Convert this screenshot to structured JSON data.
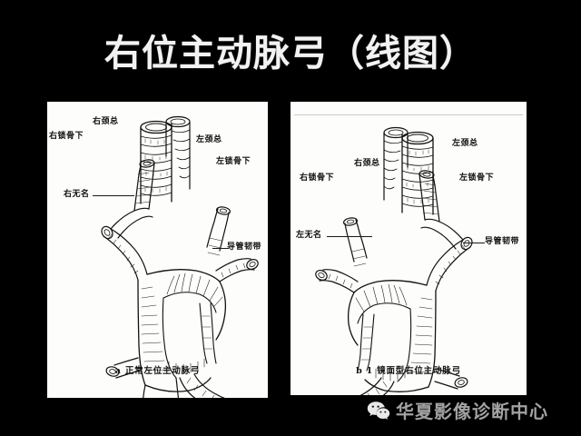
{
  "slide": {
    "title": "右位主动脉弓（线图）",
    "background_color": "#000000",
    "title_color": "#f2f2f2"
  },
  "figure_a": {
    "caption": "a 正常左位主动脉弓",
    "background_color": "#fdfdfb",
    "labels": [
      {
        "id": "right-subclavian",
        "text": "右锁骨下"
      },
      {
        "id": "right-common-carotid",
        "text": "右颈总"
      },
      {
        "id": "left-common-carotid",
        "text": "左颈总"
      },
      {
        "id": "left-subclavian",
        "text": "左锁骨下"
      },
      {
        "id": "right-innominate",
        "text": "右无名"
      },
      {
        "id": "ductus-ligament",
        "text": "导管韧带"
      }
    ]
  },
  "figure_b": {
    "caption": "b 1 镜面型右位主动脉弓",
    "background_color": "#fdfdfb",
    "labels": [
      {
        "id": "right-subclavian",
        "text": "右锁骨下"
      },
      {
        "id": "right-common-carotid",
        "text": "右颈总"
      },
      {
        "id": "left-common-carotid",
        "text": "左颈总"
      },
      {
        "id": "left-subclavian",
        "text": "左锁骨下"
      },
      {
        "id": "left-innominate",
        "text": "左无名"
      },
      {
        "id": "ductus-ligament",
        "text": "导管韧带"
      }
    ]
  },
  "watermark": {
    "text": "华夏影像诊断中心",
    "icon": "wechat-icon",
    "color": "#b9b9b9"
  }
}
